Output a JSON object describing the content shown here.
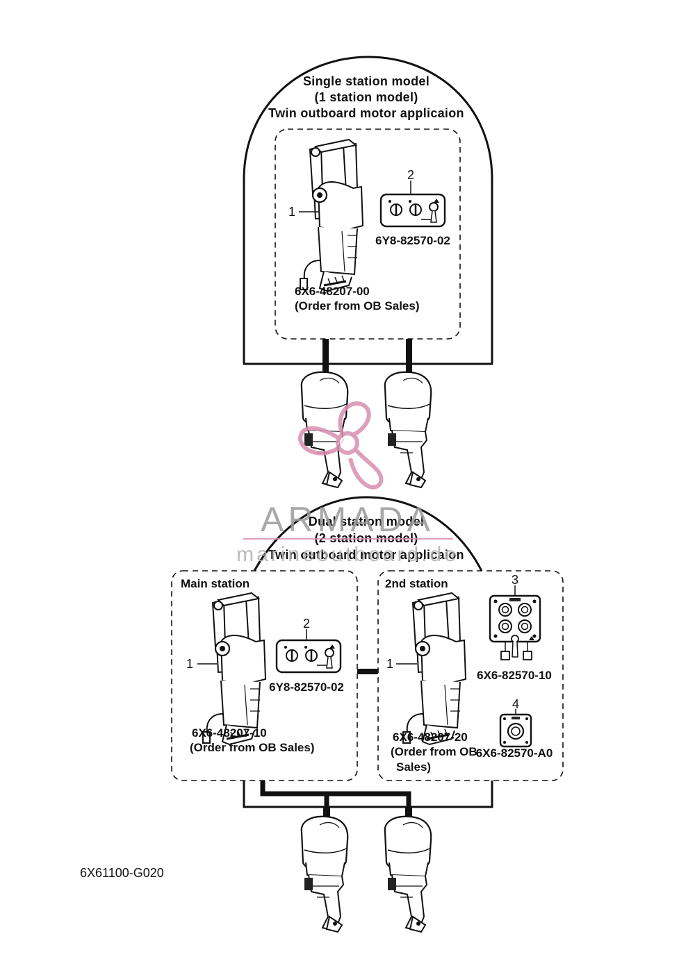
{
  "single_station": {
    "title_lines": [
      "Single station model",
      "(1 station model)",
      "Twin outboard motor applicaion"
    ],
    "remote_control": {
      "number": "1",
      "part": "6X6-48207-00",
      "note": "(Order from OB Sales)"
    },
    "switch_panel": {
      "number": "2",
      "part": "6Y8-82570-02"
    }
  },
  "dual_station": {
    "title_lines": [
      "Dual station model",
      "(2 station model)",
      "Twin outboard motor applicaion"
    ],
    "main_station": {
      "label": "Main station",
      "remote_control": {
        "number": "1",
        "part": "6X6-48207-10",
        "note": "(Order from OB Sales)"
      },
      "switch_panel": {
        "number": "2",
        "part": "6Y8-82570-02"
      }
    },
    "second_station": {
      "label": "2nd station",
      "remote_control": {
        "number": "1",
        "part": "6X6-48207-20",
        "note_lines": [
          "(Order from OB",
          "Sales)"
        ]
      },
      "switch_panel_quad": {
        "number": "3",
        "part": "6X6-82570-10"
      },
      "switch_panel_single": {
        "number": "4",
        "part": "6X6-82570-A0"
      }
    }
  },
  "figure_code": "6X61100-G020",
  "watermark": {
    "brand": "ARMADA",
    "sub": "marineoutboard.de"
  }
}
